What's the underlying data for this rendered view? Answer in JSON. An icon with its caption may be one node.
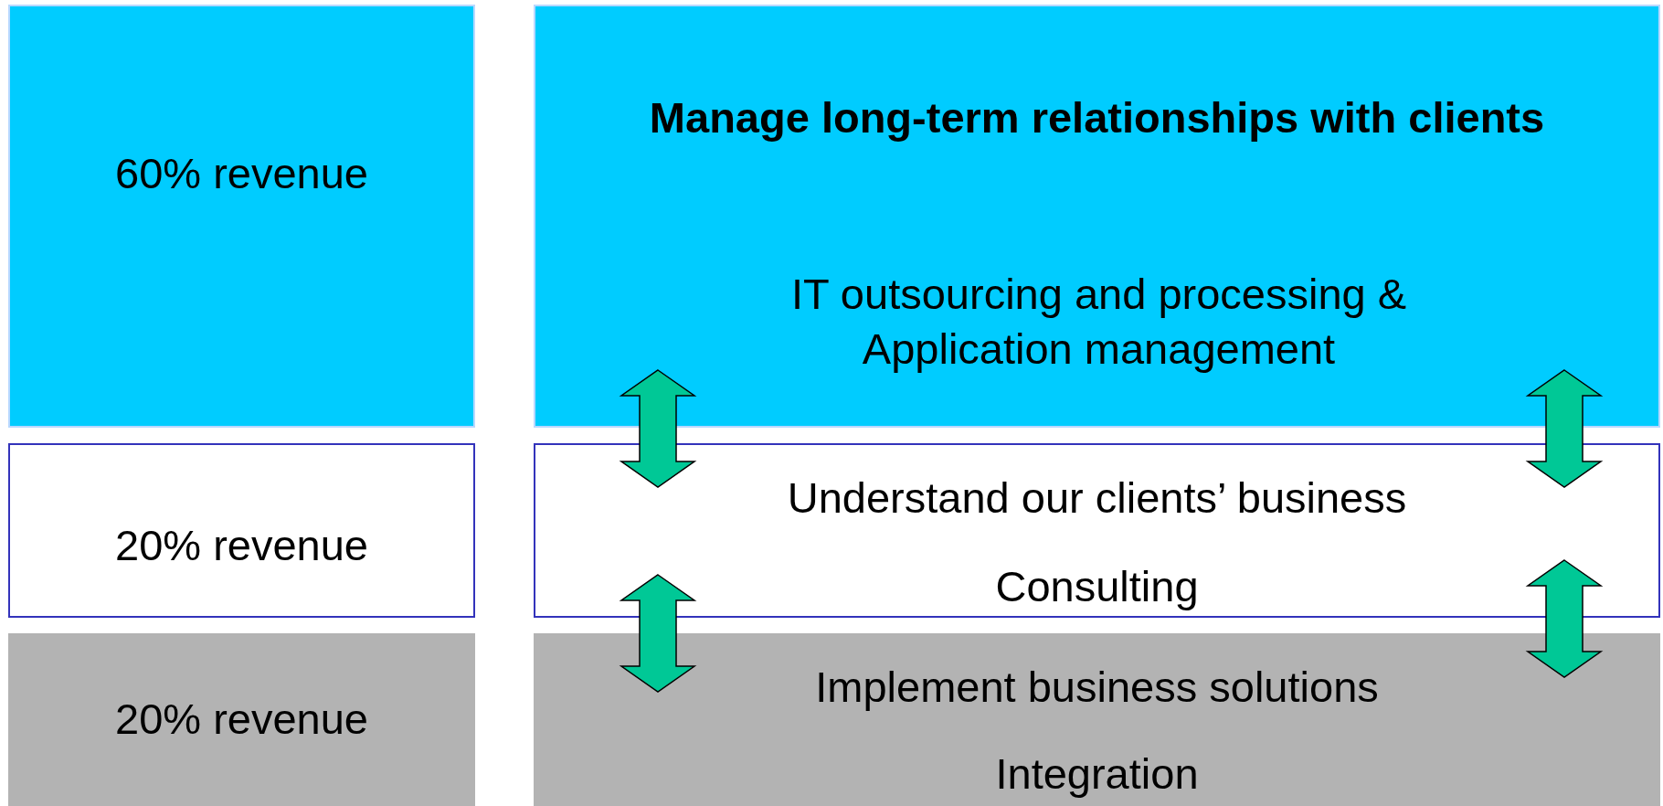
{
  "diagram": {
    "nodes": [
      {
        "text": [
          "60% revenue"
        ]
      },
      {
        "text": [
          "20% revenue"
        ]
      },
      {
        "text": [
          "20% revenue"
        ]
      },
      {
        "text": [
          "Manage long-term relationships with clients",
          "IT outsourcing and processing & Application management"
        ]
      },
      {
        "text": [
          "Understand our clients’ business",
          "Consulting"
        ]
      },
      {
        "text": [
          "Implement business solutions",
          "Integration"
        ]
      }
    ],
    "edges": [
      {
        "from": 3,
        "to": 4,
        "arrow": "both"
      },
      {
        "from": 3,
        "to": 4,
        "arrow": "both"
      },
      {
        "from": 4,
        "to": 5,
        "arrow": "both"
      },
      {
        "from": 4,
        "to": 5,
        "arrow": "both"
      }
    ]
  }
}
